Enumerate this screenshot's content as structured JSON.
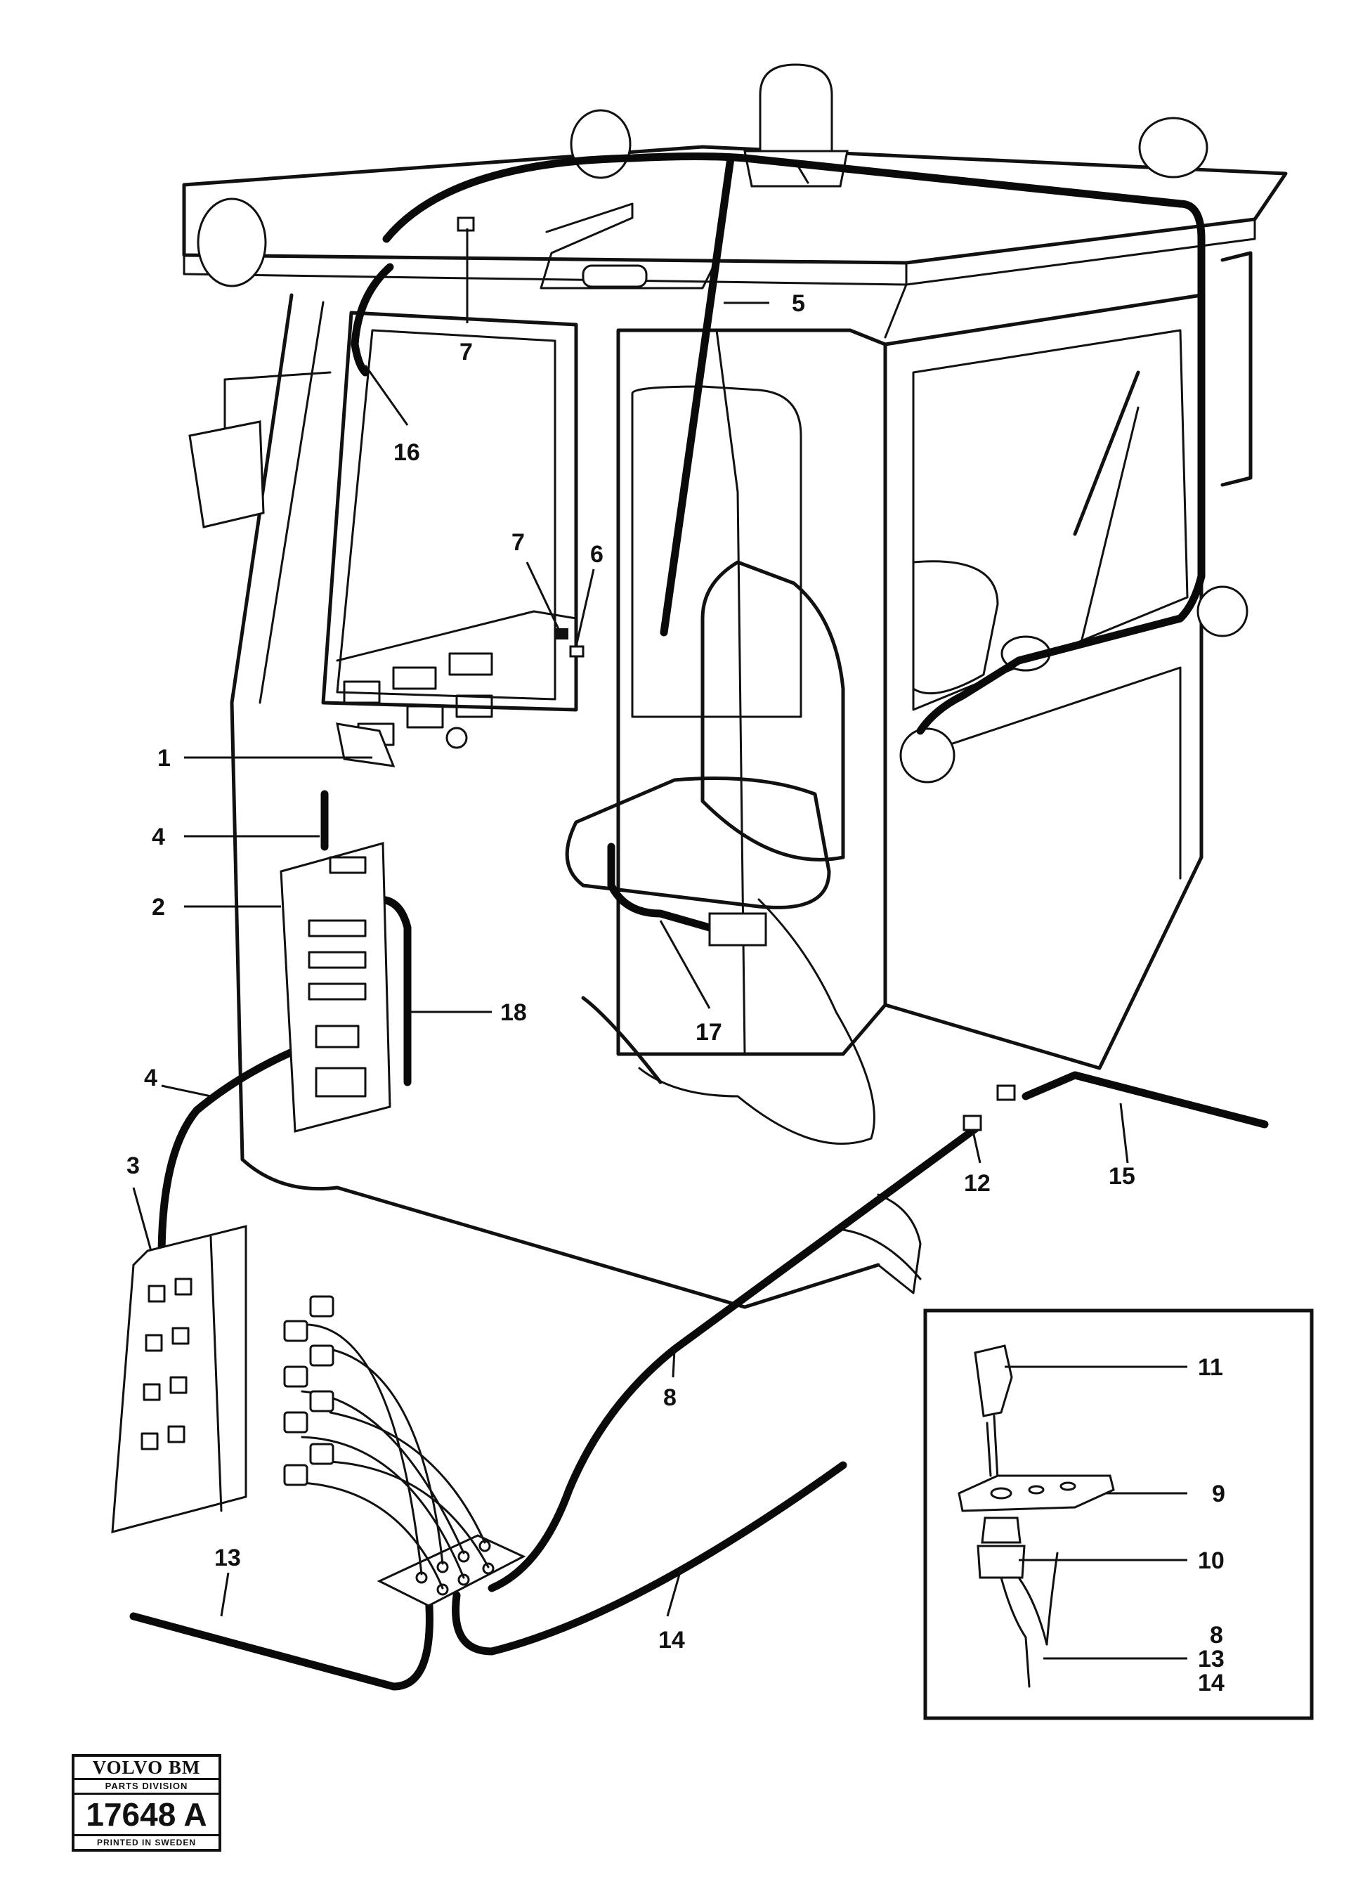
{
  "callouts": {
    "c1": "1",
    "c2": "2",
    "c3": "3",
    "c4a": "4",
    "c4b": "4",
    "c5": "5",
    "c6": "6",
    "c7a": "7",
    "c7b": "7",
    "c8a": "8",
    "c8b": "8",
    "c9": "9",
    "c10": "10",
    "c11": "11",
    "c12": "12",
    "c13a": "13",
    "c13b": "13",
    "c14a": "14",
    "c14b": "14",
    "c15": "15",
    "c16": "16",
    "c17": "17",
    "c18": "18"
  },
  "stamp": {
    "brand": "VOLVO BM",
    "division": "PARTS DIVISION",
    "drawing_number": "17648 A",
    "printed": "PRINTED IN SWEDEN"
  }
}
